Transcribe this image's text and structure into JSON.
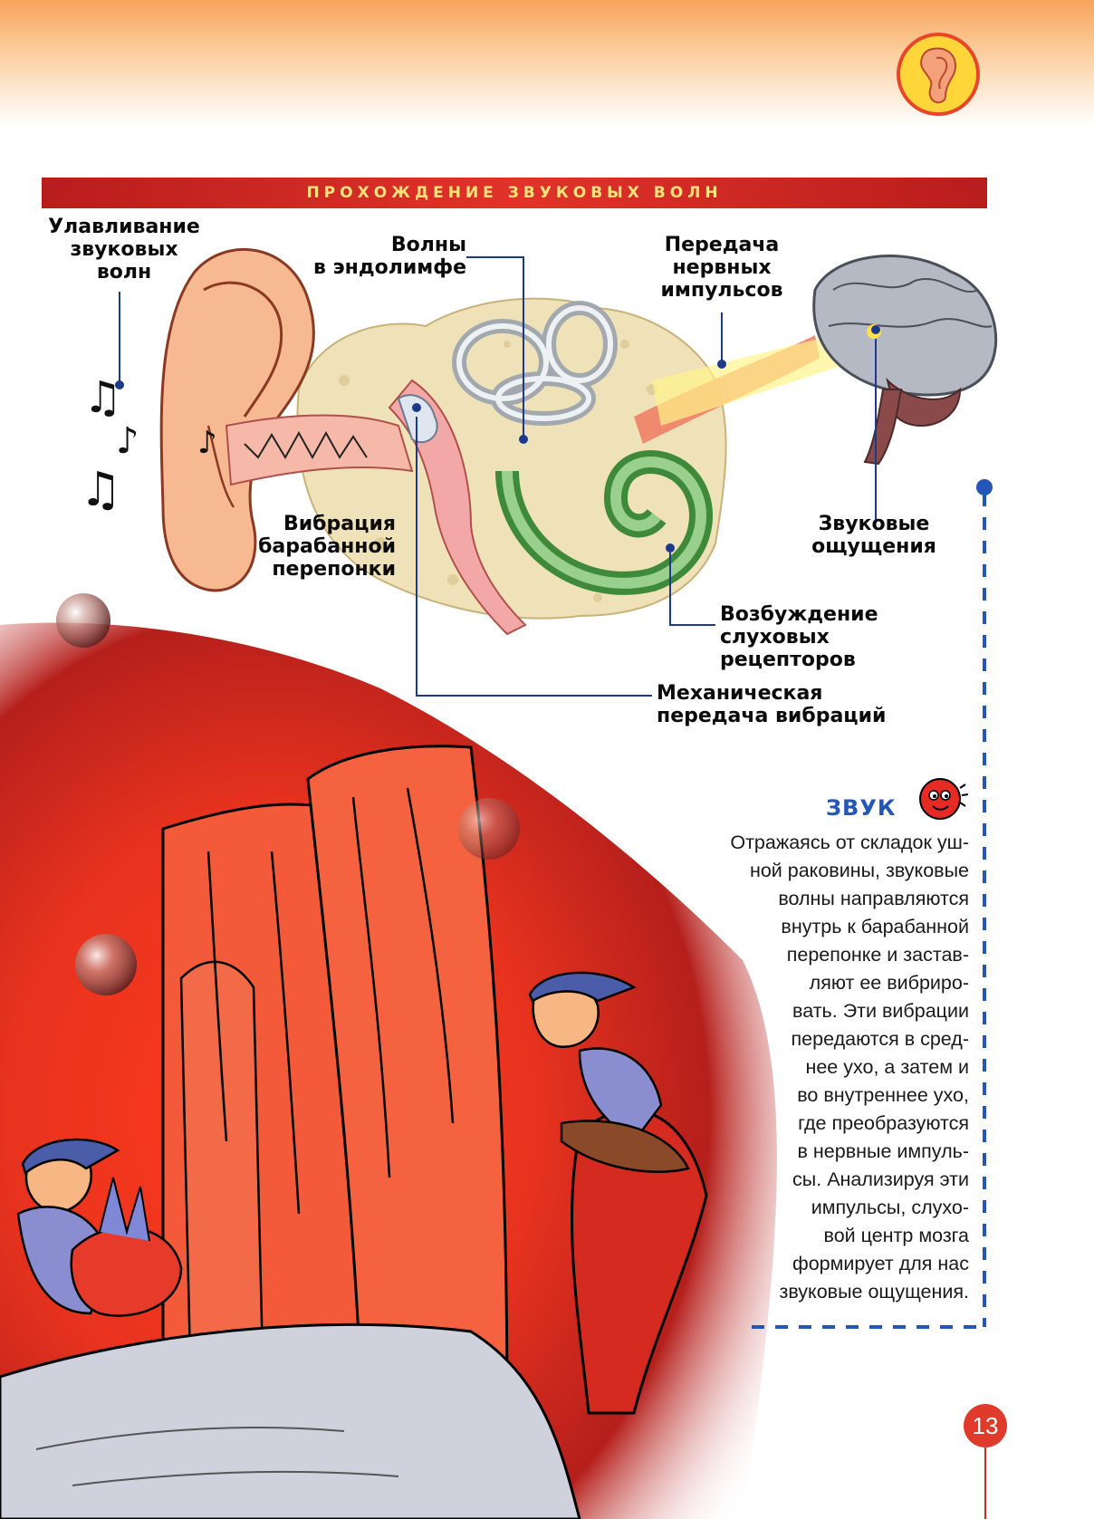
{
  "banner": {
    "title": "ПРОХОЖДЕНИЕ ЗВУКОВЫХ ВОЛН"
  },
  "labels": {
    "capture": [
      "Улавливание",
      "звуковых",
      "волн"
    ],
    "endolymph": [
      "Волны",
      "в эндолимфе"
    ],
    "nerve": [
      "Передача",
      "нервных",
      "импульсов"
    ],
    "sensation": [
      "Звуковые",
      "ощущения"
    ],
    "eardrum": [
      "Вибрация",
      "барабанной",
      "перепонки"
    ],
    "receptors": [
      "Возбуждение",
      "слуховых",
      "рецепторов"
    ],
    "mechanical": [
      "Механическая",
      "передача вибраций"
    ]
  },
  "sidebar": {
    "title": "ЗВУК",
    "lines": [
      "Отражаясь от складок уш-",
      "ной раковины, звуковые",
      "волны направляются",
      "внутрь к барабанной",
      "перепонке и застав-",
      "ляют ее вибриро-",
      "вать. Эти вибрации",
      "передаются в сред-",
      "нее ухо, а затем и",
      "во внутреннее ухо,",
      "где преобразуются",
      "в нервные импуль-",
      "сы. Анализируя эти",
      "импульсы, слухо-",
      "вой центр мозга",
      "формирует для нас",
      "звуковые ощущения."
    ]
  },
  "page": {
    "number": "13"
  },
  "icons": {
    "corner": "ear-icon",
    "sidebar": "cartoon-ball-icon",
    "notes": "music-note-icon"
  },
  "colors": {
    "banner": "#d12a24",
    "accent_blue": "#2456b8",
    "page_badge": "#e03a2a"
  }
}
